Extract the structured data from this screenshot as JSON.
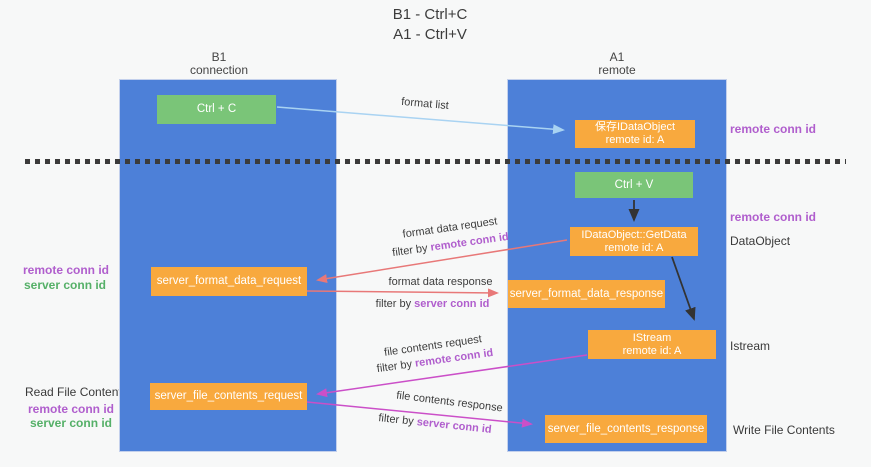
{
  "title": {
    "line1": "B1 - Ctrl+C",
    "line2": "A1 - Ctrl+V"
  },
  "lanes": {
    "left": {
      "name": "B1",
      "role": "connection"
    },
    "right": {
      "name": "A1",
      "role": "remote"
    }
  },
  "nodes": {
    "ctrl_c": {
      "label": "Ctrl + C"
    },
    "save_idataobject": {
      "line1": "保存IDataObject",
      "line2": "remote id: A"
    },
    "ctrl_v": {
      "label": "Ctrl + V"
    },
    "getdata": {
      "line1": "IDataObject::GetData",
      "line2": "remote id: A"
    },
    "server_format_data_request": {
      "label": "server_format_data_request"
    },
    "server_format_data_response": {
      "label": "server_format_data_response"
    },
    "istream": {
      "line1": "IStream",
      "line2": "remote id: A"
    },
    "server_file_contents_request": {
      "label": "server_file_contents_request"
    },
    "server_file_contents_response": {
      "label": "server_file_contents_response"
    }
  },
  "arrows": {
    "format_list": {
      "label": "format list"
    },
    "format_data_request": {
      "label": "format data request",
      "filter_prefix": "filter by ",
      "filter_key": "remote conn id"
    },
    "format_data_response": {
      "label": "format data response",
      "filter_prefix": "filter by ",
      "filter_key": "server conn id"
    },
    "file_contents_request": {
      "label": "file contents request",
      "filter_prefix": "filter by ",
      "filter_key": "remote conn id"
    },
    "file_contents_response": {
      "label": "file contents response",
      "filter_prefix": "filter by ",
      "filter_key": "server conn id"
    }
  },
  "side_labels": {
    "right_top_remote_conn_id": "remote conn id",
    "right_mid_remote_conn_id": "remote conn id",
    "dataobject": "DataObject",
    "istream": "Istream",
    "write_file_contents": "Write File Contents",
    "left_remote_conn_id_1": "remote conn id",
    "left_server_conn_id_1": "server conn id",
    "read_file_contents": "Read File Contents",
    "left_remote_conn_id_2": "remote conn id",
    "left_server_conn_id_2": "server conn id"
  },
  "colors": {
    "lane_blue": "#4d80d8",
    "node_green": "#7ac578",
    "node_orange": "#f8a93e",
    "arrow_blue": "#a9d3f2",
    "arrow_red": "#e87878",
    "arrow_magenta": "#cb4fc8",
    "arrow_black": "#333333",
    "text_purple": "#b05ecd",
    "text_green": "#55b068"
  }
}
